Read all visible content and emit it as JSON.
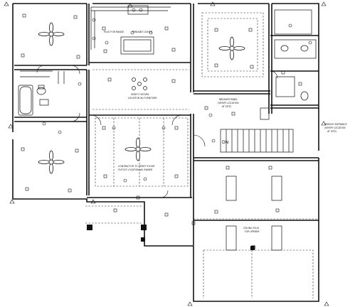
{
  "notes": {
    "pendant_lights": "PENDANT LIGHTS",
    "plug_for_range": "PLUG FOR RANGE",
    "verify_fixture_1": "VERIFY FIXTURE",
    "verify_fixture_2": "LOCATION W/ FURNITURE",
    "breaker_1": "BREAKER PANEL",
    "breaker_2": "(VERIFY LOCATION",
    "breaker_3": "AT SITE)",
    "contractor_1": "CONTRACTOR TO VERIFY FLOOR",
    "contractor_2": "OUTLET LOCATION W/ OWNER",
    "service_1": "SERVICE ENTRANCE",
    "service_2": "(VERIFY LOCATION",
    "service_3": "AT SITE)",
    "ceiling_plug_1": "CEILING PLUG",
    "ceiling_plug_2": "FOR OPENER",
    "stair_dn": "DN"
  }
}
